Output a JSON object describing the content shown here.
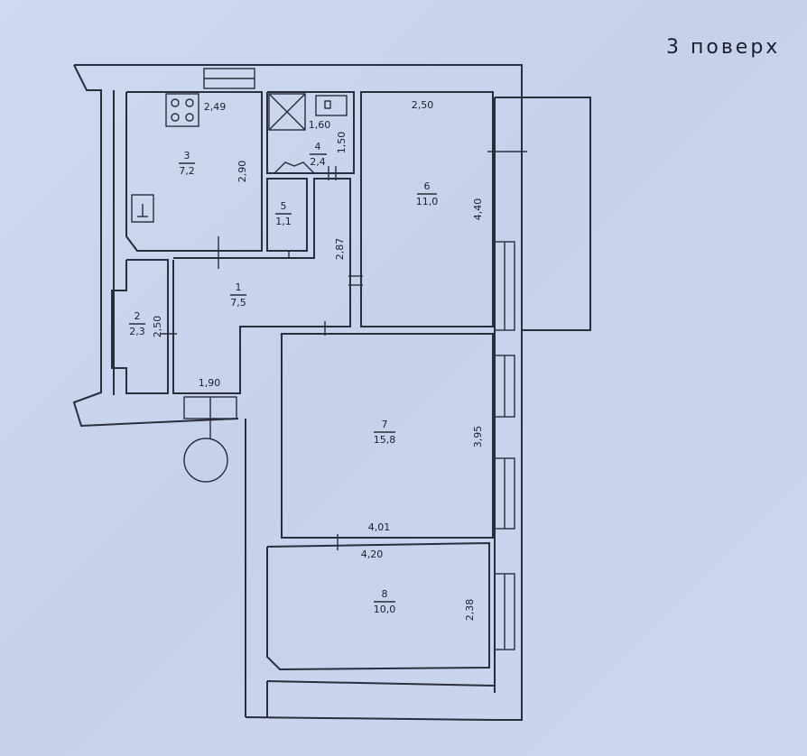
{
  "floor_title": "3 поверх",
  "rooms": [
    {
      "num": "1",
      "area": "7,5"
    },
    {
      "num": "2",
      "area": "2,3"
    },
    {
      "num": "3",
      "area": "7,2"
    },
    {
      "num": "4",
      "area": "2,4"
    },
    {
      "num": "5",
      "area": "1,1"
    },
    {
      "num": "6",
      "area": "11,0"
    },
    {
      "num": "7",
      "area": "15,8"
    },
    {
      "num": "8",
      "area": "10,0"
    }
  ],
  "dimensions": {
    "kitchen_width": "2,49",
    "kitchen_depth": "2,90",
    "bath_width": "1,60",
    "bath_depth": "1,50",
    "hall_depth": "2,87",
    "storage_depth": "2,50",
    "hall_width": "1,90",
    "room6_width": "2,50",
    "room6_depth": "4,40",
    "room7_width": "4,01",
    "room7_depth": "3,95",
    "room8_width": "4,20",
    "room8_depth": "2,38"
  }
}
